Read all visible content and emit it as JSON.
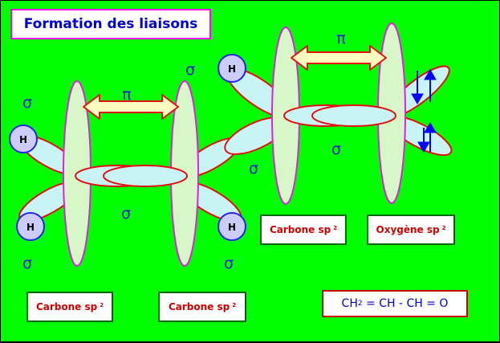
{
  "title": "Formation des liaisons",
  "symbols": {
    "sigma": "σ",
    "pi": "π",
    "hydrogen": "H"
  },
  "labels": {
    "carbone_1": "Carbone sp",
    "carbone_2": "Carbone sp",
    "carbone_3": "Carbone sp",
    "oxygene": "Oxygène sp",
    "hybridization_exponent": "2"
  },
  "formula": {
    "part_ch": "CH",
    "subscript": "2",
    "rest": " = CH - CH = O"
  },
  "colors": {
    "background": "#00FF00",
    "p_orbital_fill": "#d7f7c8",
    "p_orbital_stroke": "#dd22dd",
    "sp2_orbital_fill": "#c8f4f4",
    "sp2_orbital_stroke": "#e21010",
    "hydrogen_fill": "#ccccff",
    "hydrogen_stroke": "#2222ee",
    "arrow_fill": "#ffffc0",
    "arrow_stroke": "#e21010",
    "symbol_color": "#1818cc",
    "electron_arrow": "#0000ff"
  }
}
